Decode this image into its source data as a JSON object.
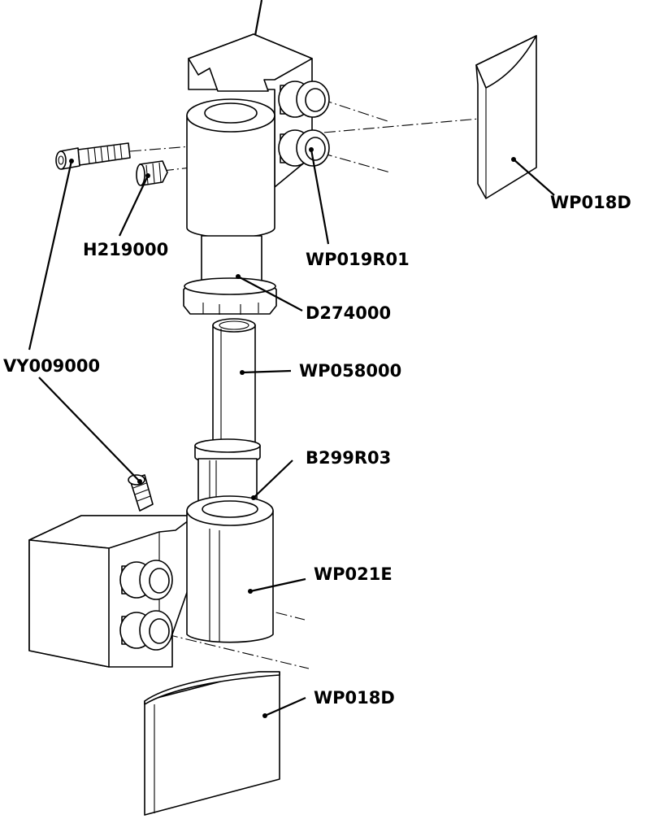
{
  "diagram": {
    "part_labels": {
      "wp018d_top": "WP018D",
      "h219000": "H219000",
      "wp019r01": "WP019R01",
      "d274000": "D274000",
      "vy009000": "VY009000",
      "wp058000": "WP058000",
      "b299r03": "B299R03",
      "wp021e": "WP021E",
      "wp018d_bottom": "WP018D"
    }
  }
}
